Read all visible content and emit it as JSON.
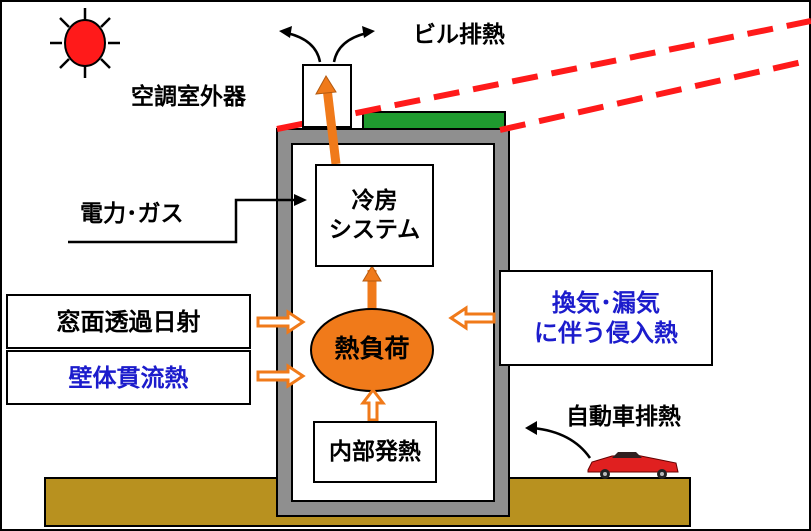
{
  "labels": {
    "building_exhaust": "ビル排熱",
    "outdoor_unit": "空調室外器",
    "power_gas": "電力･ガス",
    "cooling_system_line1": "冷房",
    "cooling_system_line2": "システム",
    "window_solar": "窓面透過日射",
    "wall_heat": "壁体貫流熱",
    "heat_load": "熱負荷",
    "ventilation_line1": "換気･漏気",
    "ventilation_line2": "に伴う侵入熱",
    "internal_heat": "内部発熱",
    "car_exhaust": "自動車排熱"
  },
  "colors": {
    "orange": "#f07a1a",
    "orange_stroke": "#b35a10",
    "ground": "#b8911f",
    "building_gray": "#8f8f8f",
    "roof_green": "#1f9a2f",
    "red_dash": "#ff1a1a",
    "sun_red": "#ff1a1a",
    "blue_text": "#1c1ccc",
    "car_red": "#e02020"
  },
  "icons": {
    "sun": "sun-icon",
    "car": "car-icon"
  }
}
